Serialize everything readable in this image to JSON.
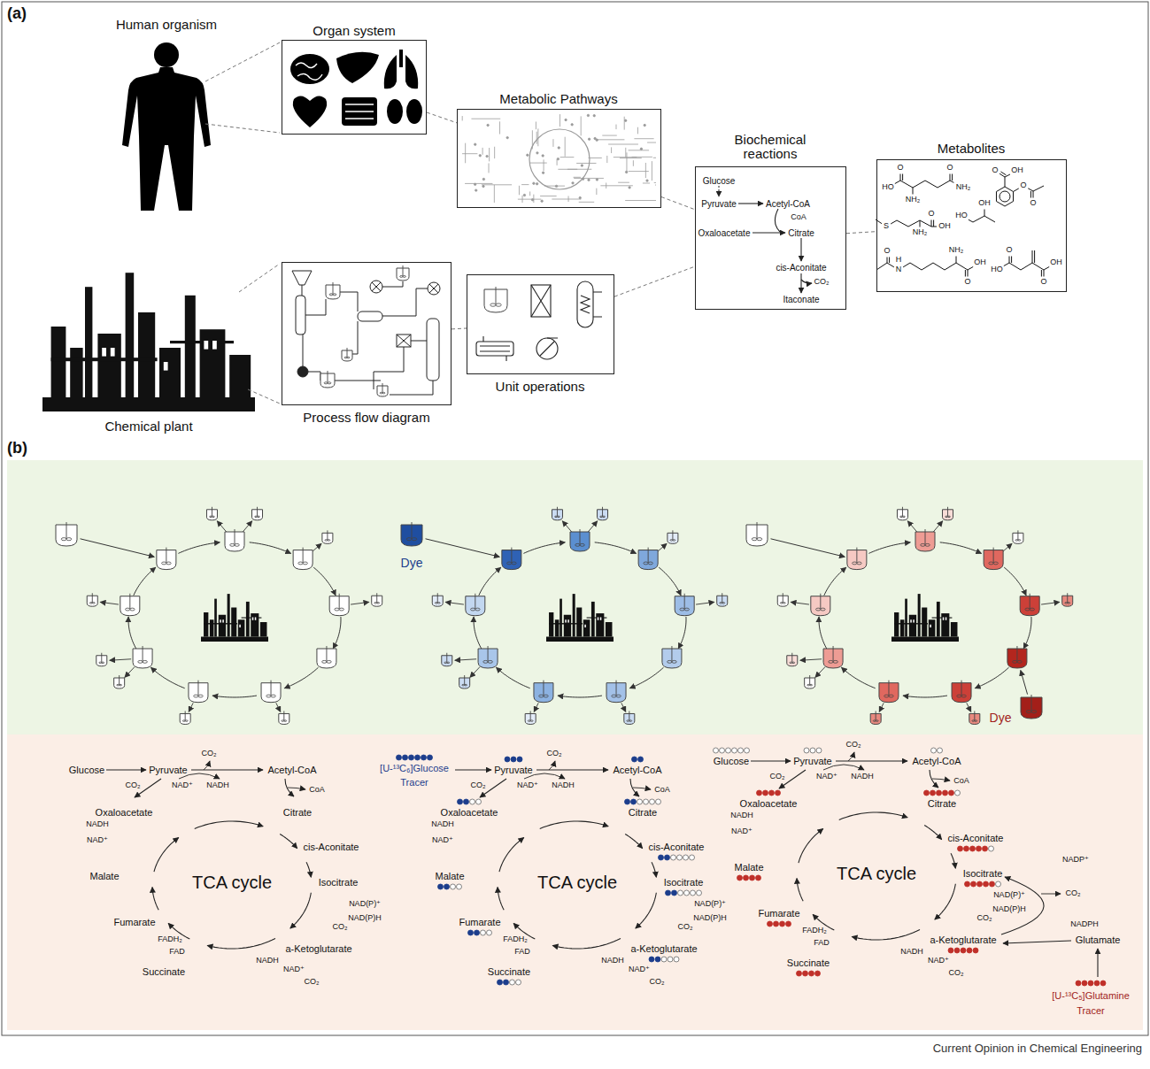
{
  "diagram": {
    "nodes": [
      {
        "text": [
          "Organ system"
        ]
      },
      {
        "text": [
          "Metabolic Pathways"
        ]
      },
      {
        "text": [
          "Biochemical reactions",
          "Glucose",
          "Pyruvate",
          "Acetyl-CoA",
          "CoA",
          "Oxaloacetate",
          "Citrate",
          "cis-Aconitate",
          "CO₂",
          "Itaconate"
        ]
      },
      {
        "text": [
          "Metabolites",
          "O",
          "HO",
          "O",
          "NH₂",
          "NH₂",
          "O",
          "OH",
          "O",
          "O",
          "S",
          "O",
          "OH",
          "NH₂",
          "HO",
          "OH",
          "O",
          "H",
          "N",
          "O",
          "OH",
          "NH₂",
          "O",
          "HO",
          "O",
          "OH"
        ]
      },
      {
        "text": [
          "Process flow diagram"
        ]
      },
      {
        "text": [
          "Unit operations"
        ]
      },
      {
        "text": [
          "Dye",
          "Dye"
        ]
      },
      {
        "text": [
          "Glucose",
          "Pyruvate",
          "Acetyl-CoA",
          "CO₂",
          "NAD⁺",
          "NADH",
          "CO₂",
          "CoA",
          "Oxaloacetate",
          "Citrate",
          "cis-Aconitate",
          "Isocitrate",
          "TCA cycle",
          "NAD(P)⁺",
          "NAD(P)H",
          "CO₂",
          "a-Ketoglutarate",
          "NADH",
          "NAD⁺",
          "CO₂",
          "Succinate",
          "FADH₂",
          "FAD",
          "Fumarate",
          "Malate",
          "NADH",
          "NAD⁺",
          "[U-¹³C₆]Glucose",
          "Pyruvate",
          "Acetyl-CoA",
          "CO₂",
          "NAD⁺",
          "NADH",
          "CO₂",
          "CoA",
          "Oxaloacetate",
          "Citrate",
          "cis-Aconitate",
          "Isocitrate",
          "TCA cycle",
          "NAD(P)⁺",
          "NAD(P)H",
          "CO₂",
          "a-Ketoglutarate",
          "NADH",
          "NAD⁺",
          "CO₂",
          "Succinate",
          "FADH₂",
          "FAD",
          "Fumarate",
          "Malate",
          "NADH",
          "NAD⁺",
          "Tracer",
          "Glucose",
          "Pyruvate",
          "Acetyl-CoA",
          "CO₂",
          "NAD⁺",
          "NADH",
          "CO₂",
          "CoA",
          "Oxaloacetate",
          "Citrate",
          "cis-Aconitate",
          "Isocitrate",
          "TCA cycle",
          "NAD(P)⁺",
          "NAD(P)H",
          "CO₂",
          "a-Ketoglutarate",
          "NADH",
          "NAD⁺",
          "CO₂",
          "Succinate",
          "FADH₂",
          "FAD",
          "Fumarate",
          "Malate",
          "NADH",
          "NAD⁺",
          "NADP⁺",
          "NADPH",
          "CO₂",
          "Glutamate",
          "[U-¹³C₅]Glutamine",
          "Tracer"
        ]
      }
    ],
    "edges": [
      {
        "from": 0,
        "to": 1,
        "arrow": "none"
      },
      {
        "from": 1,
        "to": 2,
        "arrow": "none"
      },
      {
        "from": 2,
        "to": 3,
        "arrow": "none"
      },
      {
        "from": 4,
        "to": 5,
        "arrow": "none"
      },
      {
        "from": 5,
        "to": 2,
        "arrow": "none"
      }
    ],
    "labels": [
      "(a)",
      "Human organism",
      "Chemical plant",
      "(b)",
      "Current Opinion in Chemical Engineering"
    ]
  }
}
